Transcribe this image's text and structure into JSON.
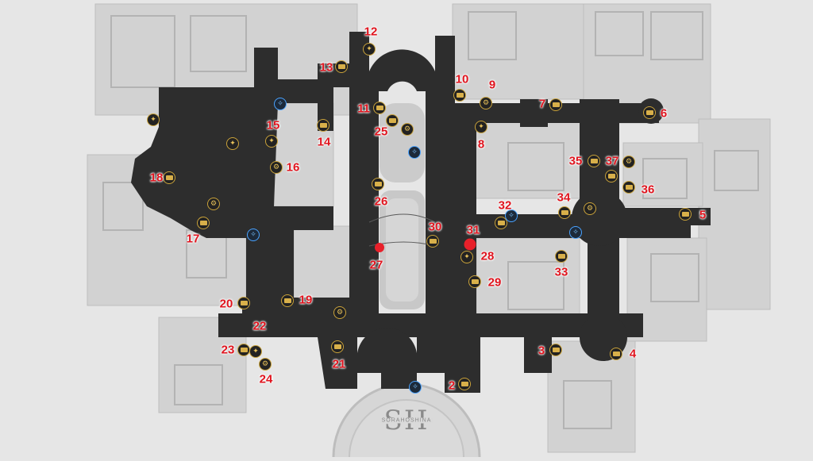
{
  "map": {
    "colors": {
      "background": "#e6e6e6",
      "building": "#cfcfcf",
      "floor": "#2d2d2d",
      "label": "#e0141e",
      "marker_gold": "#c9a23a",
      "teleport_blue": "#4aa3ff"
    },
    "logo_text": "SH",
    "logo_subtext": "SORAHOSHINA"
  },
  "labels": [
    {
      "text": "2"
    },
    {
      "text": "3"
    },
    {
      "text": "4"
    },
    {
      "text": "5"
    },
    {
      "text": "6"
    },
    {
      "text": "7"
    },
    {
      "text": "8"
    },
    {
      "text": "9"
    },
    {
      "text": "10"
    },
    {
      "text": "11"
    },
    {
      "text": "12"
    },
    {
      "text": "13"
    },
    {
      "text": "14"
    },
    {
      "text": "15"
    },
    {
      "text": "16"
    },
    {
      "text": "17"
    },
    {
      "text": "18"
    },
    {
      "text": "19"
    },
    {
      "text": "20"
    },
    {
      "text": "21"
    },
    {
      "text": "22"
    },
    {
      "text": "23"
    },
    {
      "text": "24"
    },
    {
      "text": "25"
    },
    {
      "text": "26"
    },
    {
      "text": "27"
    },
    {
      "text": "28"
    },
    {
      "text": "29"
    },
    {
      "text": "30"
    },
    {
      "text": "31"
    },
    {
      "text": "32"
    },
    {
      "text": "33"
    },
    {
      "text": "34"
    },
    {
      "text": "35"
    },
    {
      "text": "36"
    },
    {
      "text": "37"
    }
  ],
  "markers": [
    {
      "type": "chest-icon"
    },
    {
      "type": "teleport-icon"
    },
    {
      "type": "puzzle-icon"
    },
    {
      "type": "location-dot-icon"
    }
  ]
}
